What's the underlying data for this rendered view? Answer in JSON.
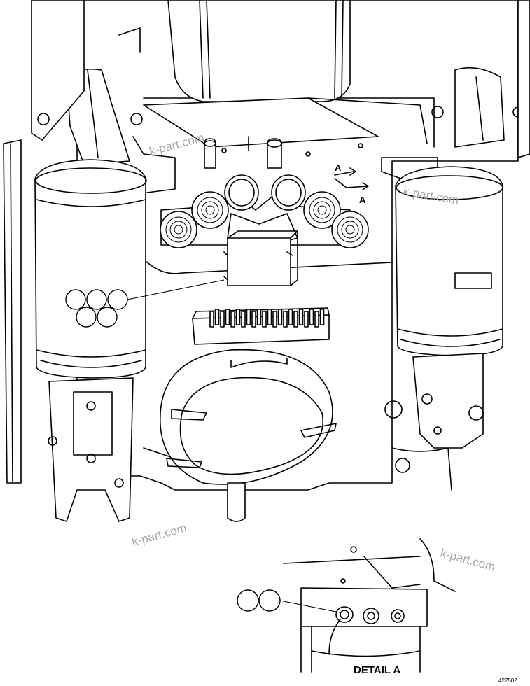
{
  "watermarks": [
    "k-part.com",
    "k-part.com",
    "k-part.com",
    "k-part.com"
  ],
  "view_labels": {
    "arrow_upper": "A",
    "arrow_lower": "A"
  },
  "detail_title": "DETAIL A",
  "drawing_number": "42750Z",
  "callouts": {
    "main_group_count": 5,
    "detail_group_count": 2
  }
}
